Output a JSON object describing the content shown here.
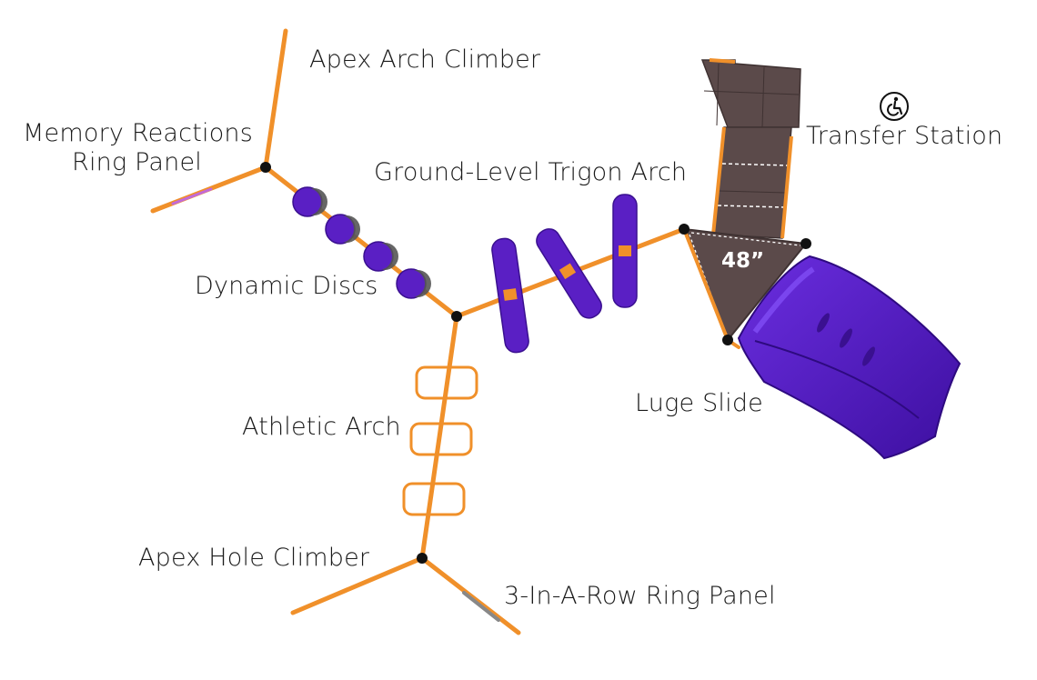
{
  "labels": {
    "apex_arch_climber": "Apex Arch Climber",
    "memory_reactions_line1": "Memory Reactions",
    "memory_reactions_line2": "Ring Panel",
    "ground_level_trigon_arch": "Ground-Level Trigon Arch",
    "transfer_station": "Transfer Station",
    "dynamic_discs": "Dynamic Discs",
    "luge_slide": "Luge Slide",
    "athletic_arch": "Athletic Arch",
    "apex_hole_climber": "Apex Hole Climber",
    "three_in_a_row": "3-In-A-Row Ring Panel"
  },
  "platform_height": "48”",
  "icons": {
    "accessibility": "wheelchair-accessibility-icon"
  },
  "colors": {
    "post": "#f0902a",
    "post_dark": "#c9651a",
    "purple": "#5a1fc4",
    "purple_dark": "#3a1090",
    "deck": "#5b4a4a",
    "deck_dark": "#3f3232",
    "joint": "#111111"
  }
}
